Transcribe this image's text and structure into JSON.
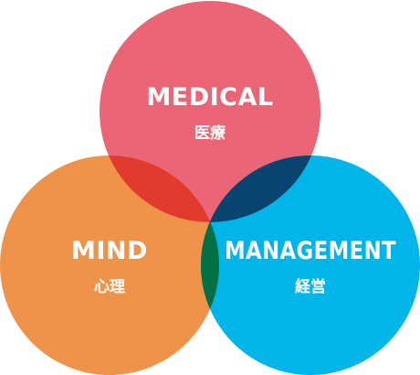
{
  "diagram": {
    "type": "venn",
    "sets": [
      {
        "key": "medical",
        "label": "MEDICAL",
        "sublabel": "医療",
        "color": "#ea6677"
      },
      {
        "key": "mind",
        "label": "MIND",
        "sublabel": "心理",
        "color": "#ef934a"
      },
      {
        "key": "management",
        "label": "MANAGEMENT",
        "sublabel": "経営",
        "color": "#02b5e9"
      }
    ],
    "overlap_colors": {
      "medical_mind": "#e03b2e",
      "medical_management": "#08446f",
      "mind_management": "#026f45"
    }
  }
}
